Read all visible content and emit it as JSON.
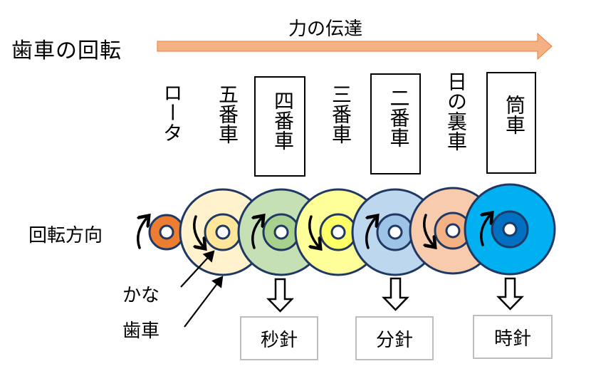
{
  "title": "歯車の回転",
  "flow": {
    "label": "力の伝達",
    "arrow_color": "#F4B183",
    "arrow_stroke": "#ED7D31"
  },
  "wheels": [
    {
      "id": "rotor",
      "label": "ロータ",
      "boxed": false,
      "outer_fill": "#ED7D31",
      "pinion_fill": null,
      "direction": "clockwise"
    },
    {
      "id": "fifth-wheel",
      "label": "五番車",
      "boxed": false,
      "outer_fill": "#FFF2CC",
      "pinion_fill": "#FFE699",
      "direction": "counterclockwise"
    },
    {
      "id": "fourth-wheel",
      "label": "四番車",
      "boxed": true,
      "outer_fill": "#C5E0B4",
      "pinion_fill": "#A9D18E",
      "direction": "clockwise"
    },
    {
      "id": "third-wheel",
      "label": "三番車",
      "boxed": false,
      "outer_fill": "#FFFF99",
      "pinion_fill": "#FFFF66",
      "direction": "counterclockwise"
    },
    {
      "id": "second-wheel",
      "label": "二番車",
      "boxed": true,
      "outer_fill": "#BDD7EE",
      "pinion_fill": "#9DC3E6",
      "direction": "clockwise"
    },
    {
      "id": "minute-wheel",
      "label": "日の裏車",
      "boxed": false,
      "outer_fill": "#F8CBAD",
      "pinion_fill": "#F4B183",
      "direction": "counterclockwise"
    },
    {
      "id": "hour-wheel",
      "label": "筒車",
      "boxed": true,
      "outer_fill": "#00B0F0",
      "pinion_fill": "#0070C0",
      "direction": "clockwise"
    }
  ],
  "outline_color": "#1F3864",
  "annotations": {
    "rotation_direction": "回転方向",
    "pinion": "かな",
    "gear": "歯車"
  },
  "hands": [
    {
      "label": "秒針",
      "from": "fourth-wheel"
    },
    {
      "label": "分針",
      "from": "second-wheel"
    },
    {
      "label": "時針",
      "from": "hour-wheel"
    }
  ]
}
